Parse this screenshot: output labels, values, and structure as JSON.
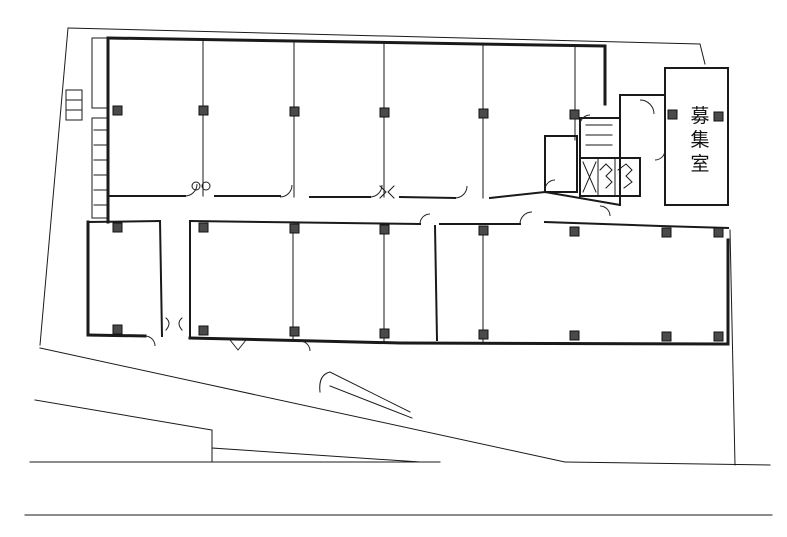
{
  "floor_plan": {
    "recruiting_room_label": [
      "募",
      "集",
      "室"
    ],
    "road_labels": []
  }
}
